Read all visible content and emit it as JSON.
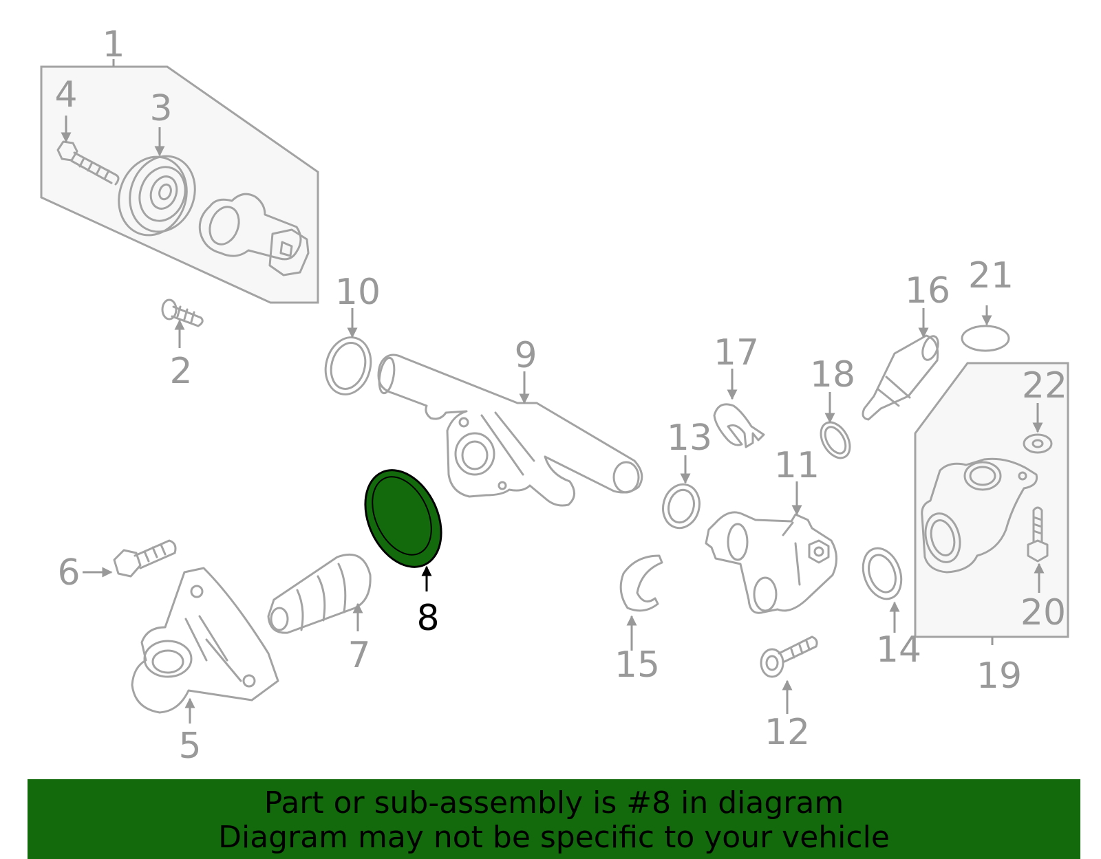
{
  "callouts": {
    "c1": "1",
    "c2": "2",
    "c3": "3",
    "c4": "4",
    "c5": "5",
    "c6": "6",
    "c7": "7",
    "c8": "8",
    "c9": "9",
    "c10": "10",
    "c11": "11",
    "c12": "12",
    "c13": "13",
    "c14": "14",
    "c15": "15",
    "c16": "16",
    "c17": "17",
    "c18": "18",
    "c19": "19",
    "c20": "20",
    "c21": "21",
    "c22": "22"
  },
  "highlighted_part": "8",
  "colors": {
    "highlight_fill": "#136a0c",
    "part_stroke": "#a3a3a3",
    "callout_text": "#999999",
    "banner_bg": "#136a0c"
  },
  "banner": {
    "line1": "Part or sub-assembly is #8 in diagram",
    "line2": "Diagram may not be specific to your vehicle"
  }
}
